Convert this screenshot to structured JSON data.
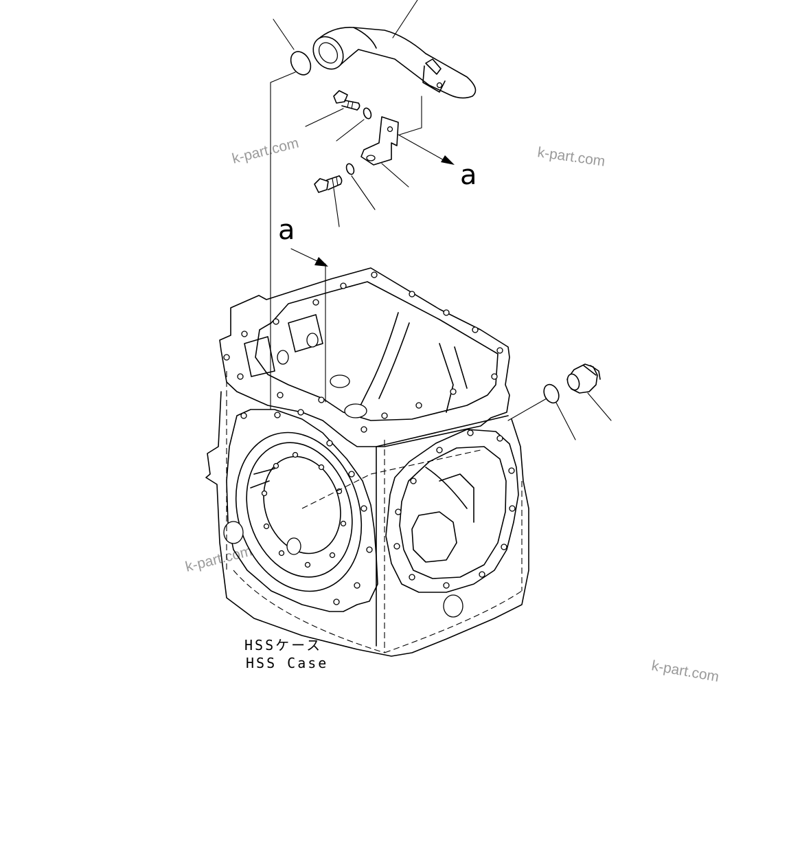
{
  "labels": {
    "case_jp": "HSSケース",
    "case_en": "HSS Case",
    "ref_letter_right": "a",
    "ref_letter_left": "a"
  },
  "watermarks": [
    "k-part.com",
    "k-part.com",
    "k-part.com",
    "k-part.com"
  ],
  "colors": {
    "line": "#000000",
    "background": "#ffffff",
    "watermark": "#9a9a9a"
  }
}
